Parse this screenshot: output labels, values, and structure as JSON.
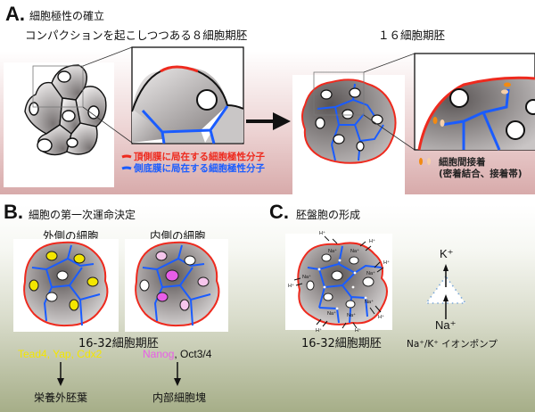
{
  "sectionA": {
    "letter": "A.",
    "title": "細胞極性の確立",
    "stage_left": "コンパクションを起こしつつある８細胞期胚",
    "stage_right": "１６細胞期胚",
    "legend": {
      "apical": "頂側膜に局在する細胞極性分子",
      "basolateral": "側底膜に局在する細胞極性分子",
      "junction_line1": "細胞間接着",
      "junction_line2": "(密着結合、接着帯)"
    }
  },
  "sectionB": {
    "letter": "B.",
    "title": "細胞の第一次運命決定",
    "outer_label": "外側の細胞",
    "inner_label": "内側の細胞",
    "stage": "16-32細胞期胚",
    "outer_genes": "Tead4, Yap, Cdx2",
    "inner_gene_highlight": "Nanog",
    "inner_gene_rest": ", Oct3/4",
    "outer_fate": "栄養外胚葉",
    "inner_fate": "内部細胞塊"
  },
  "sectionC": {
    "letter": "C.",
    "title": "胚盤胞の形成",
    "stage": "16-32細胞期胚",
    "pump_top": "K⁺",
    "pump_bottom": "Na⁺",
    "pump_label": "Na⁺/K⁺ イオンポンプ",
    "ion_na": "Na⁺",
    "ion_h": "H⁺"
  },
  "colors": {
    "apical": "#ee2a1e",
    "basolateral": "#1a5cff",
    "outer_nucleus": "#f3e600",
    "inner_nucleus_strong": "#e85ee8",
    "inner_nucleus_light": "#f6c6ec",
    "junction_tight": "#f28a12",
    "junction_adherens": "#f6cfa8"
  }
}
